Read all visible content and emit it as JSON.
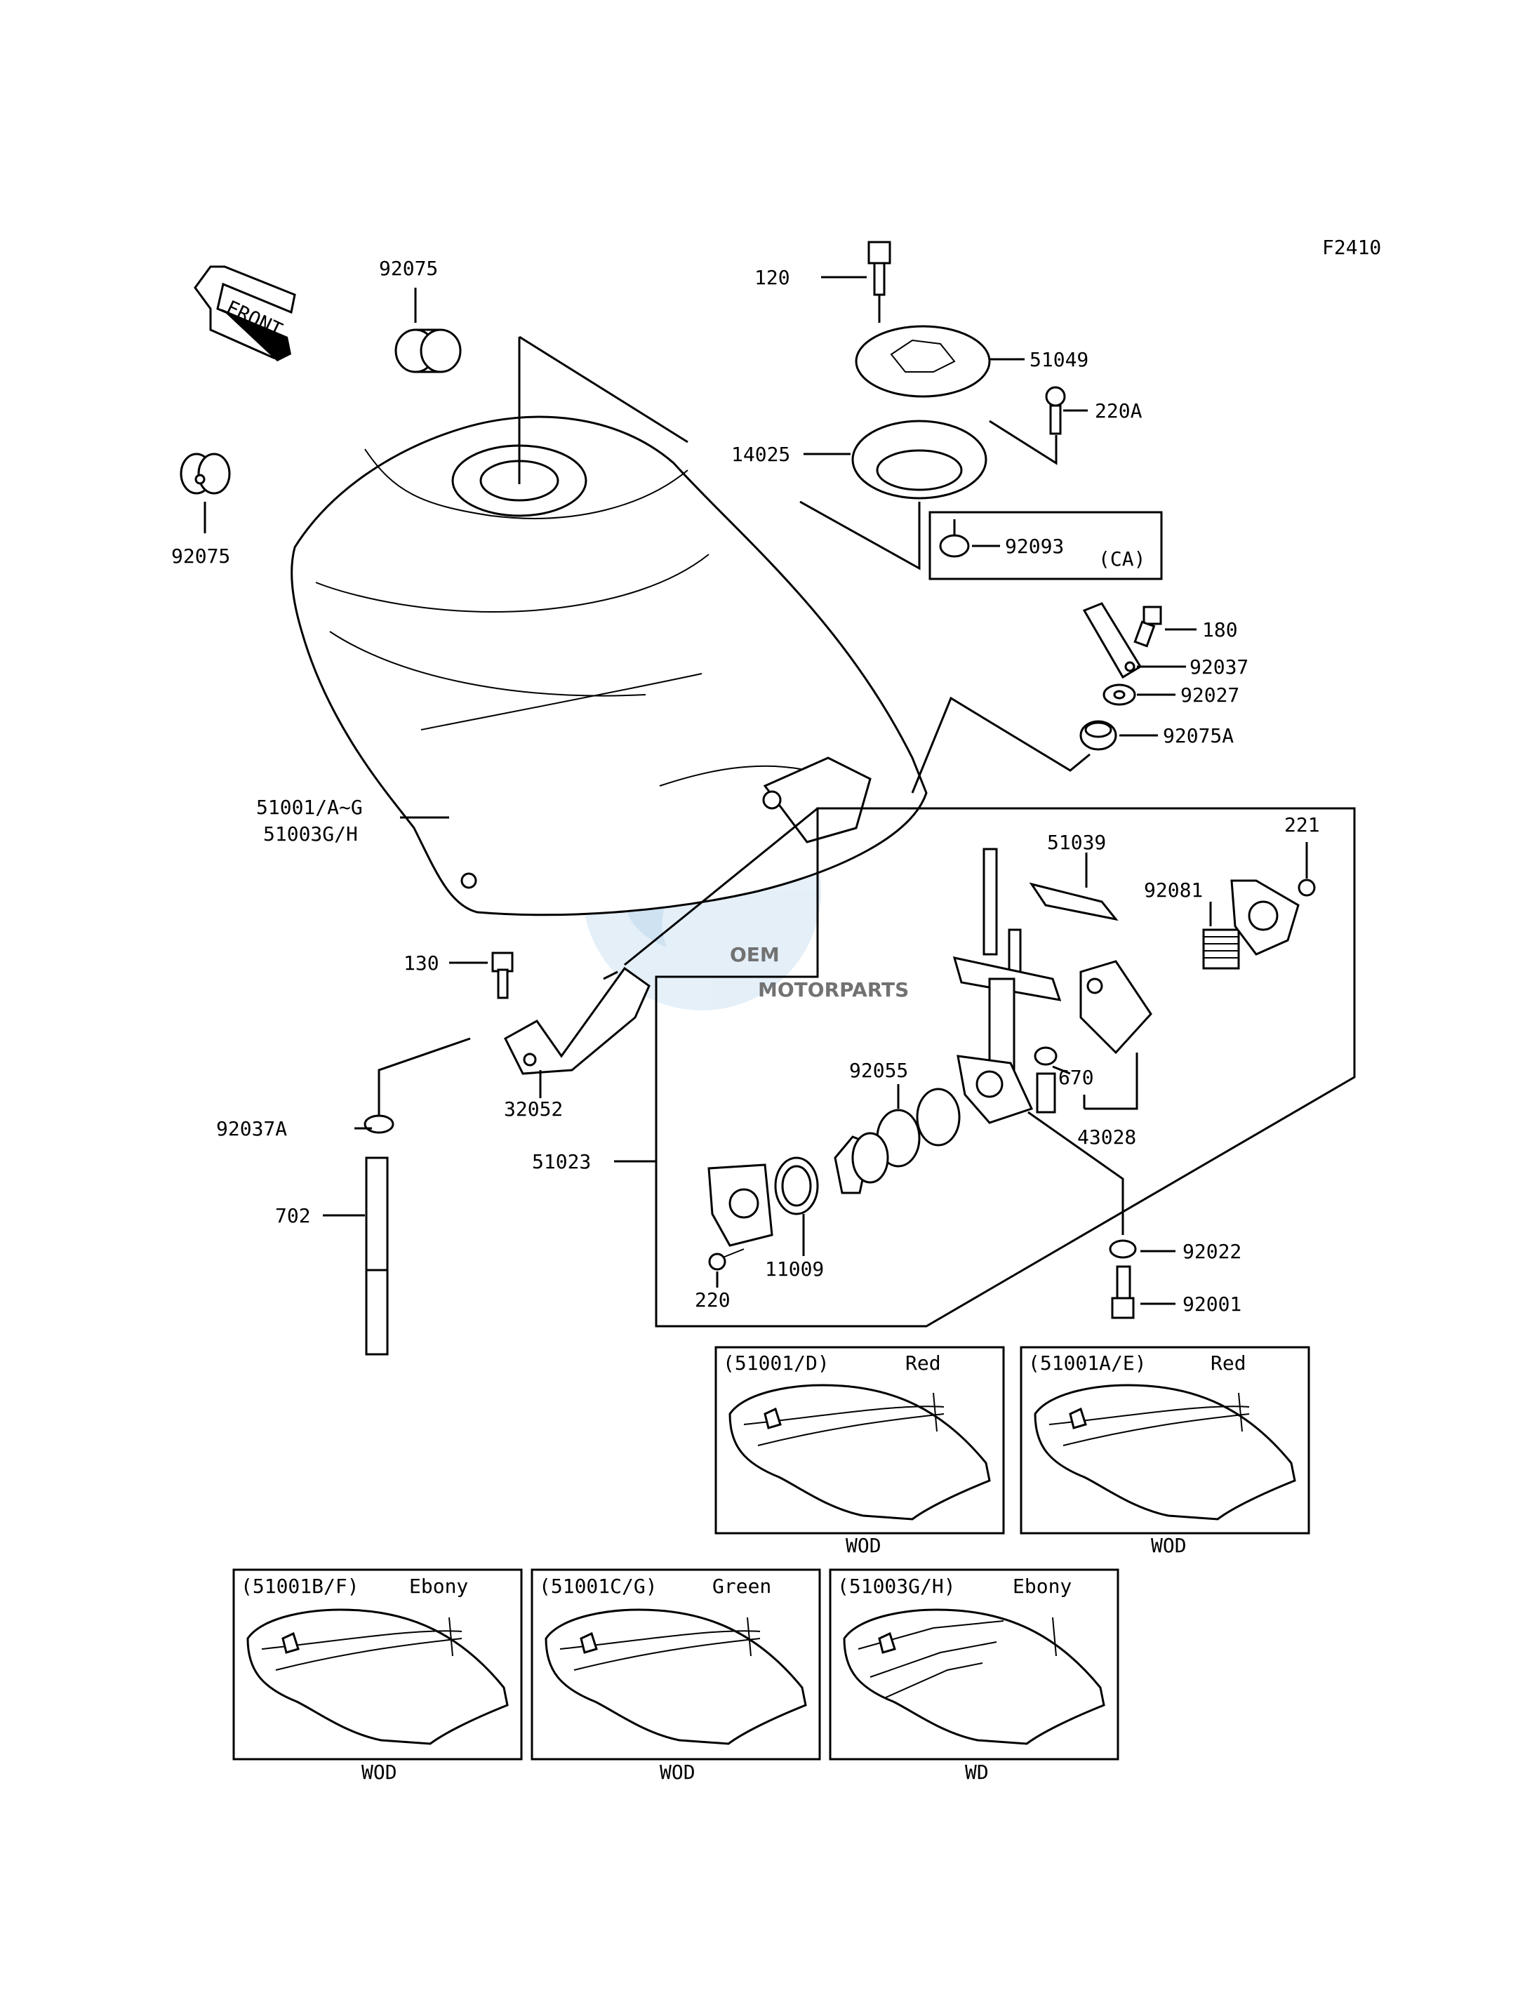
{
  "figure_code": "F2410",
  "front_label": "FRONT",
  "watermark": {
    "big": "OEM",
    "small": "MOTORPARTS"
  },
  "callouts": {
    "c92075_top": "92075",
    "c92075_left": "92075",
    "c120": "120",
    "c51049": "51049",
    "c220A": "220A",
    "c14025": "14025",
    "c92093": "92093",
    "cCA": "(CA)",
    "c180": "180",
    "c92037": "92037",
    "c92027": "92027",
    "c92075A": "92075A",
    "c51001": "51001/A~G",
    "c51003": "51003G/H",
    "c51039": "51039",
    "c221": "221",
    "c92081": "92081",
    "c130": "130",
    "c670": "670",
    "c43028": "43028",
    "c92055": "92055",
    "c32052": "32052",
    "c92037A": "92037A",
    "c51023": "51023",
    "c702": "702",
    "c11009": "11009",
    "c92022": "92022",
    "c220": "220",
    "c92001": "92001"
  },
  "variants": [
    {
      "code": "(51001/D)",
      "color": "Red",
      "footer": "WOD"
    },
    {
      "code": "(51001A/E)",
      "color": "Red",
      "footer": "WOD"
    },
    {
      "code": "(51001B/F)",
      "color": "Ebony",
      "footer": "WOD"
    },
    {
      "code": "(51001C/G)",
      "color": "Green",
      "footer": "WOD"
    },
    {
      "code": "(51003G/H)",
      "color": "Ebony",
      "footer": "WD"
    }
  ],
  "colors": {
    "ink": "#000000",
    "watermark_blue": "#cfe3f4",
    "watermark_gray": "#d6d6d6"
  }
}
